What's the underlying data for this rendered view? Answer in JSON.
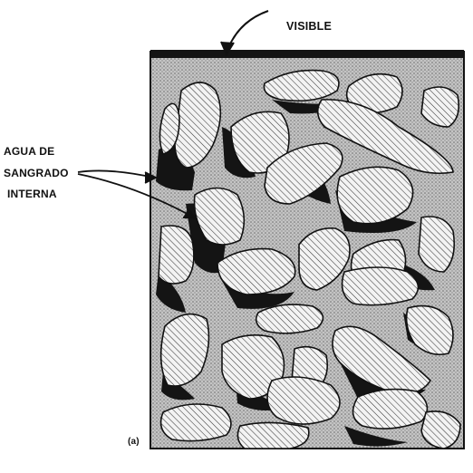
{
  "labels": {
    "visible": "VISIBLE",
    "internal_line1": "AGUA DE",
    "internal_line2": "SANGRADO",
    "internal_line3": "INTERNA",
    "panel": "(a)"
  },
  "colors": {
    "matrix": "#bdbdbd",
    "stipple": "#6f6f6f",
    "bleed_water": "#141414",
    "aggregate": "#f3f3f3",
    "hatch": "#3a3a3a"
  }
}
